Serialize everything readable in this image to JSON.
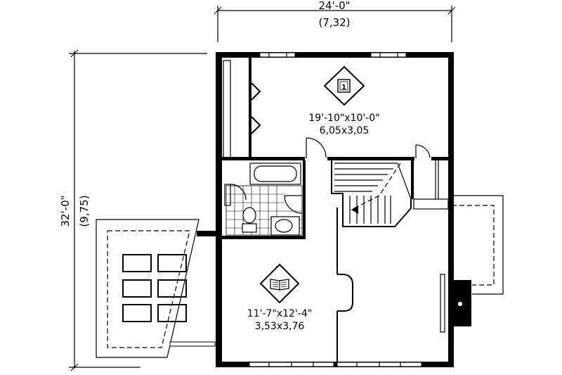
{
  "dimensions": {
    "width_imperial": "24'-0\"",
    "width_metric": "(7,32)",
    "depth_imperial": "32'-0\"",
    "depth_metric": "(9,75)"
  },
  "rooms": [
    {
      "icon": "bedroom-1-icon",
      "size_imperial": "19'-10\"x10'-0\"",
      "size_metric": "6,05x3,05"
    },
    {
      "icon": "book-icon",
      "size_imperial": "11'-7\"x12'-4\"",
      "size_metric": "3,53x3,76"
    }
  ]
}
